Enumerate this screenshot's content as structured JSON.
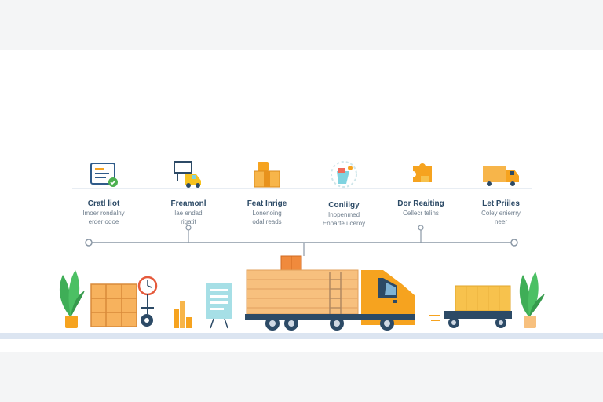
{
  "steps": [
    {
      "title": "Cratl liot",
      "desc_1": "Imoer rondalny",
      "desc_2": "erder odoe",
      "icon": "order-document-icon"
    },
    {
      "title": "Freamonl",
      "desc_1": "lae endad",
      "desc_2": "rigatit",
      "icon": "forklift-sign-icon"
    },
    {
      "title": "Feat Inrige",
      "desc_1": "Lonenoing",
      "desc_2": "odal reads",
      "icon": "package-box-icon"
    },
    {
      "title": "Conlilgy",
      "desc_1": "Inopenmed",
      "desc_2": "Enparte uceroy",
      "icon": "processing-gear-icon"
    },
    {
      "title": "Dor Reaiting",
      "desc_1": "Cellecr telins",
      "desc_2": "",
      "icon": "puzzle-piece-icon"
    },
    {
      "title": "Let Priiles",
      "desc_1": "Coley enierrry",
      "desc_2": "neer",
      "icon": "delivery-truck-icon"
    }
  ],
  "colors": {
    "accent_orange": "#f6a31f",
    "crate_orange": "#f7c07e",
    "text_dark": "#2c4a66",
    "line_gray": "#8b98a6",
    "ground": "#dce5f1"
  }
}
